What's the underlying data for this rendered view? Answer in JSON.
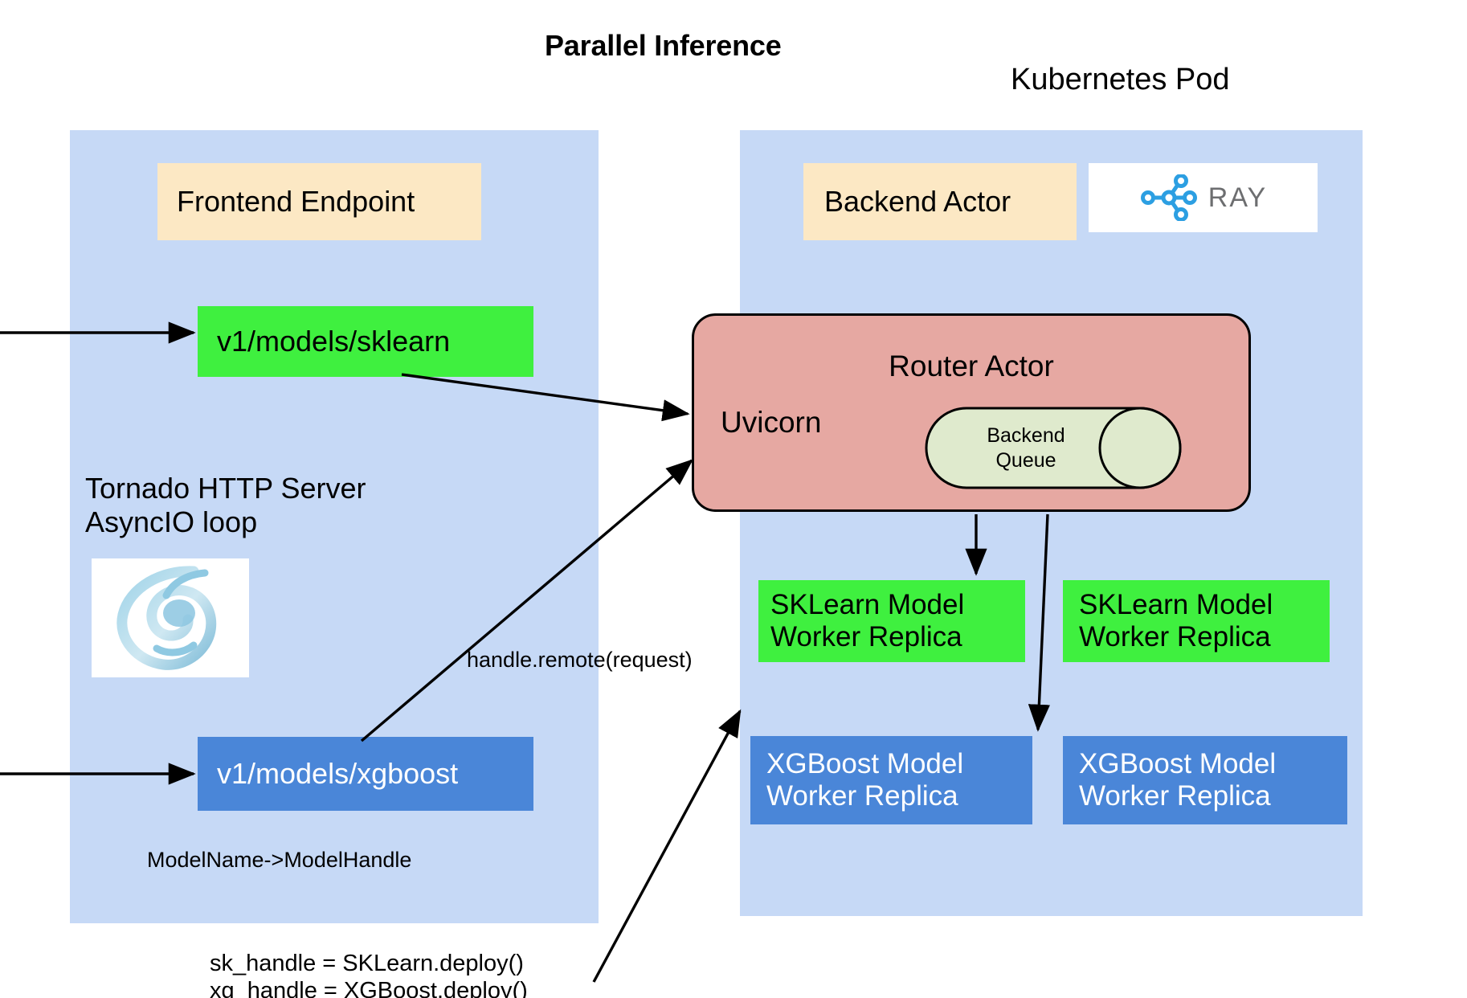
{
  "titles": {
    "main": "Parallel Inference",
    "pod": "Kubernetes Pod"
  },
  "frontend_panel": {
    "header_box": "Frontend Endpoint",
    "endpoints": [
      {
        "label": "v1/models/sklearn",
        "color": "#3ff03f",
        "text_color": "#000000"
      },
      {
        "label": "v1/models/xgboost",
        "color": "#4a86d8",
        "text_color": "#ffffff"
      }
    ],
    "server_note": "Tornado HTTP Server\nAsyncIO loop",
    "tornado_logo_alt": "tornado-logo",
    "mapping_note": "ModelName->ModelHandle"
  },
  "pod_panel": {
    "header_box": "Backend Actor",
    "ray_logo": {
      "word": "RAY",
      "icon_color": "#2c9fe2",
      "word_color": "#6d6e70"
    },
    "router_actor": {
      "title": "Router Actor",
      "server": "Uvicorn",
      "queue_label": "Backend\nQueue",
      "fill": "#e6a8a2",
      "queue_fill": "#dfeacd"
    },
    "workers": [
      {
        "label": "SKLearn Model\nWorker Replica",
        "color": "#3ff03f",
        "text_color": "#000000"
      },
      {
        "label": "SKLearn Model\nWorker Replica",
        "color": "#3ff03f",
        "text_color": "#000000"
      },
      {
        "label": "XGBoost Model\nWorker Replica",
        "color": "#4a86d8",
        "text_color": "#ffffff"
      },
      {
        "label": "XGBoost Model\nWorker Replica",
        "color": "#4a86d8",
        "text_color": "#ffffff"
      }
    ]
  },
  "annotations": {
    "handle_remote": "handle.remote(request)",
    "deploy_code": "sk_handle = SKLearn.deploy()\nxg_handle = XGBoost.deploy()"
  },
  "colors": {
    "panel": "#c6d9f6",
    "cream": "#fce8c4",
    "green": "#3ff03f",
    "blue": "#4a86d8",
    "router_pink": "#e6a8a2",
    "queue_green": "#dfeacd",
    "stroke": "#000000"
  }
}
